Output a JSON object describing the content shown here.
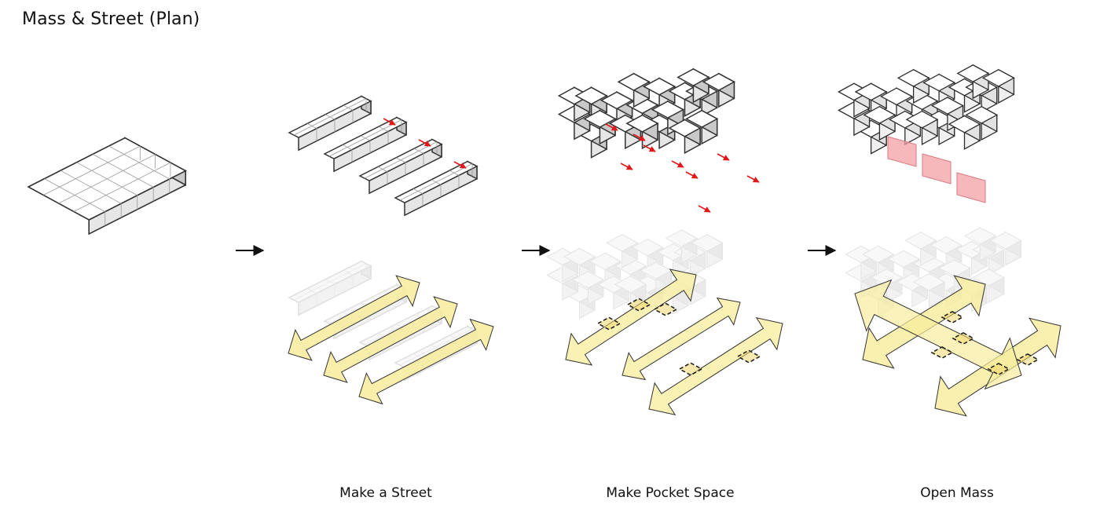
{
  "title": "Mass & Street (Plan)",
  "steps": [
    {
      "caption": ""
    },
    {
      "caption": "Make a Street"
    },
    {
      "caption": "Make Pocket Space"
    },
    {
      "caption": "Open Mass"
    }
  ],
  "colors": {
    "box_top": "#ffffff",
    "box_left": "#e6e6e6",
    "box_right": "#c9c9c9",
    "box_line": "#333333",
    "ghost_line": "#dcdcdc",
    "street_fill": "#f8ec9c",
    "street_line": "#333333",
    "red_arrow": "#e01818",
    "pink_highlight": "#f39aa0",
    "pocket_dash": "#222222",
    "flow_arrow": "#111111"
  },
  "icons": [
    "right-arrow-icon",
    "red-arrow-icon",
    "double-headed-arrow-icon"
  ]
}
